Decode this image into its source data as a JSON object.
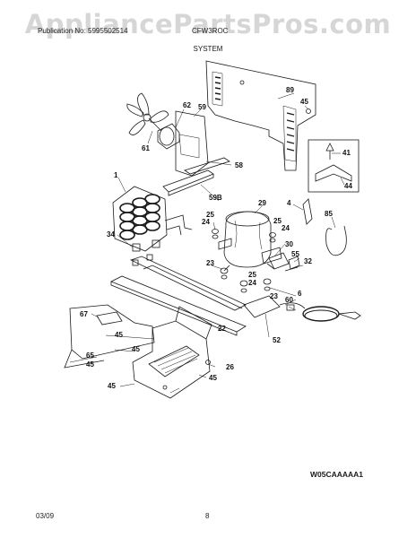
{
  "watermark": "AppliancePartsPros.com",
  "header": {
    "left": "Publication No: 5995502514",
    "right": "CFW3ROC",
    "section": "SYSTEM"
  },
  "callouts": {
    "c89": "89",
    "c45a": "45",
    "c62": "62",
    "c59": "59",
    "c61": "61",
    "c58": "58",
    "c41": "41",
    "c44": "44",
    "c1": "1",
    "c59b": "59B",
    "c29": "29",
    "c4": "4",
    "c85": "85",
    "c25a": "25",
    "c24a": "24",
    "c25b": "25",
    "c24b": "24",
    "c34": "34",
    "c30": "30",
    "c55": "55",
    "c32": "32",
    "c23a": "23",
    "c25c": "25",
    "c24c": "24",
    "c23b": "23",
    "c6": "6",
    "c60": "60",
    "c67": "67",
    "c22": "22",
    "c52": "52",
    "c45b": "45",
    "c45c": "45",
    "c65": "65",
    "c45d": "45",
    "c26": "26",
    "c45e": "45",
    "c45f": "45"
  },
  "diagram_code": "W05CAAAAA1",
  "footer": {
    "date": "03/09",
    "page": "8"
  },
  "colors": {
    "line": "#1a1a1a",
    "watermark": "#c8c8c8"
  }
}
